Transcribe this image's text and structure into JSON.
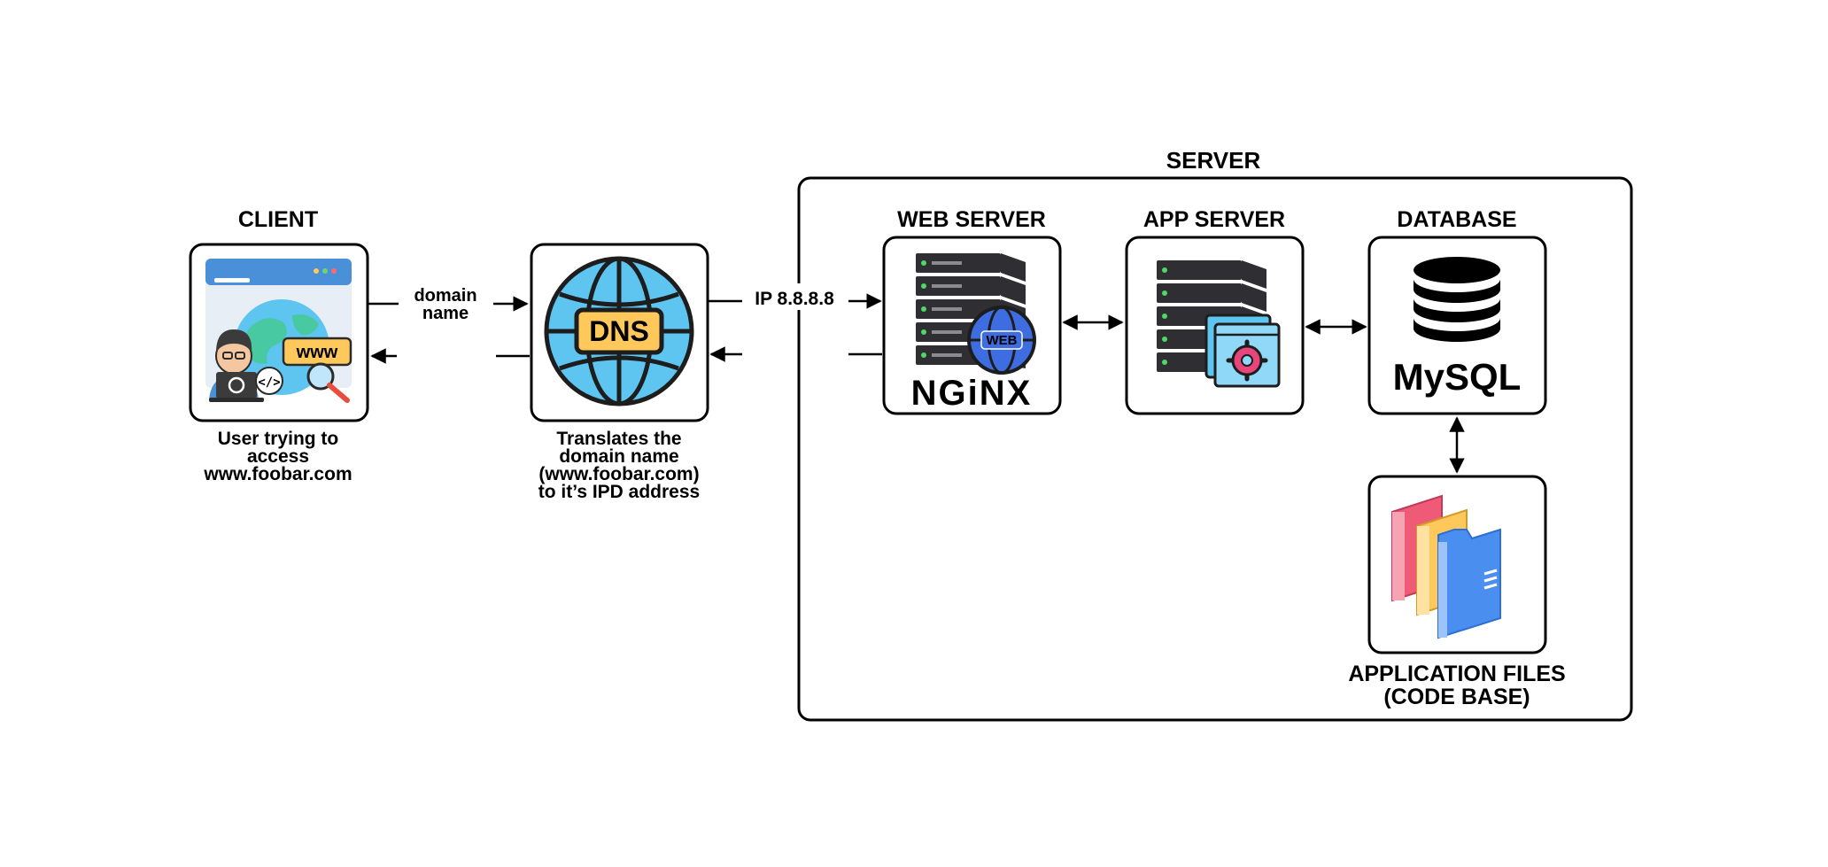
{
  "server_group": {
    "title": "SERVER"
  },
  "client": {
    "title": "CLIENT",
    "icon": "user-browser-icon",
    "browser_text": "www",
    "caption": [
      "User trying to",
      "access",
      "www.foobar.com"
    ]
  },
  "dns": {
    "icon": "dns-globe-icon",
    "badge_text": "DNS",
    "caption": [
      "Translates the",
      "domain name",
      "(www.foobar.com)",
      "to it’s IPD address"
    ]
  },
  "web_server": {
    "title": "WEB SERVER",
    "icon": "server-rack-web-icon",
    "badge_text": "WEB",
    "brand_text": "NGiNX"
  },
  "app_server": {
    "title": "APP SERVER",
    "icon": "server-rack-gear-icon"
  },
  "database": {
    "title": "DATABASE",
    "icon": "database-stack-icon",
    "brand_text": "MySQL"
  },
  "app_files": {
    "title": [
      "APPLICATION FILES",
      "(CODE BASE)"
    ],
    "icon": "folders-icon"
  },
  "edges": {
    "client_to_dns": [
      "domain",
      "name"
    ],
    "dns_to_web": "IP 8.8.8.8"
  },
  "colors": {
    "nginx_green": "#0e9e3e",
    "globe_blue": "#5ec4f0",
    "dns_badge": "#ffc85a",
    "browser_bar": "#4a90d9",
    "server_dark": "#2f2f33"
  }
}
